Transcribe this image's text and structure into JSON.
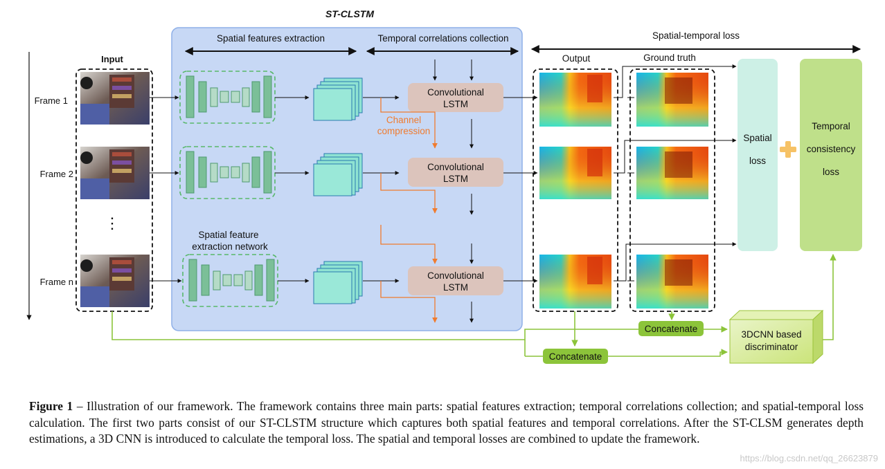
{
  "diagram": {
    "title": "ST-CLSTM",
    "input_label": "Input",
    "frames": [
      "Frame 1",
      "Frame 2",
      "Frame n"
    ],
    "ellipsis": "⋮",
    "spatial_extraction_label": "Spatial features extraction",
    "temporal_collection_label": "Temporal correlations collection",
    "spatial_network_label_line1": "Spatial feature",
    "spatial_network_label_line2": "extraction network",
    "clstm_line1": "Convolutional",
    "clstm_line2": "LSTM",
    "channel_compression_line1": "Channel",
    "channel_compression_line2": "compression",
    "spatial_temporal_loss_label": "Spatial-temporal loss",
    "output_label": "Output",
    "ground_truth_label": "Ground truth",
    "spatial_loss_line1": "Spatial",
    "spatial_loss_line2": "loss",
    "temporal_loss_line1": "Temporal",
    "temporal_loss_line2": "consistency",
    "temporal_loss_line3": "loss",
    "concatenate_label": "Concatenate",
    "discriminator_line1": "3DCNN based",
    "discriminator_line2": "discriminator",
    "colors": {
      "panel": "#c7d8f5",
      "encoder": "#7bbf98",
      "clstm": "#dcc4bc",
      "spatial_loss": "#cdf0e6",
      "temporal_loss": "#bfe08a",
      "concat": "#8cc43a",
      "orange": "#f07b2e"
    }
  },
  "caption": {
    "label": "Figure 1",
    "text": " – Illustration of our framework. The framework contains three main parts: spatial features extraction; temporal correlations collection; and spatial-temporal loss calculation. The first two parts consist of our ST-CLSTM structure which captures both spatial features and temporal correlations. After the ST-CLSM generates depth estimations, a 3D CNN is introduced to calculate the temporal loss. The spatial and temporal losses are combined to update the framework."
  },
  "watermark": "https://blog.csdn.net/qq_26623879"
}
